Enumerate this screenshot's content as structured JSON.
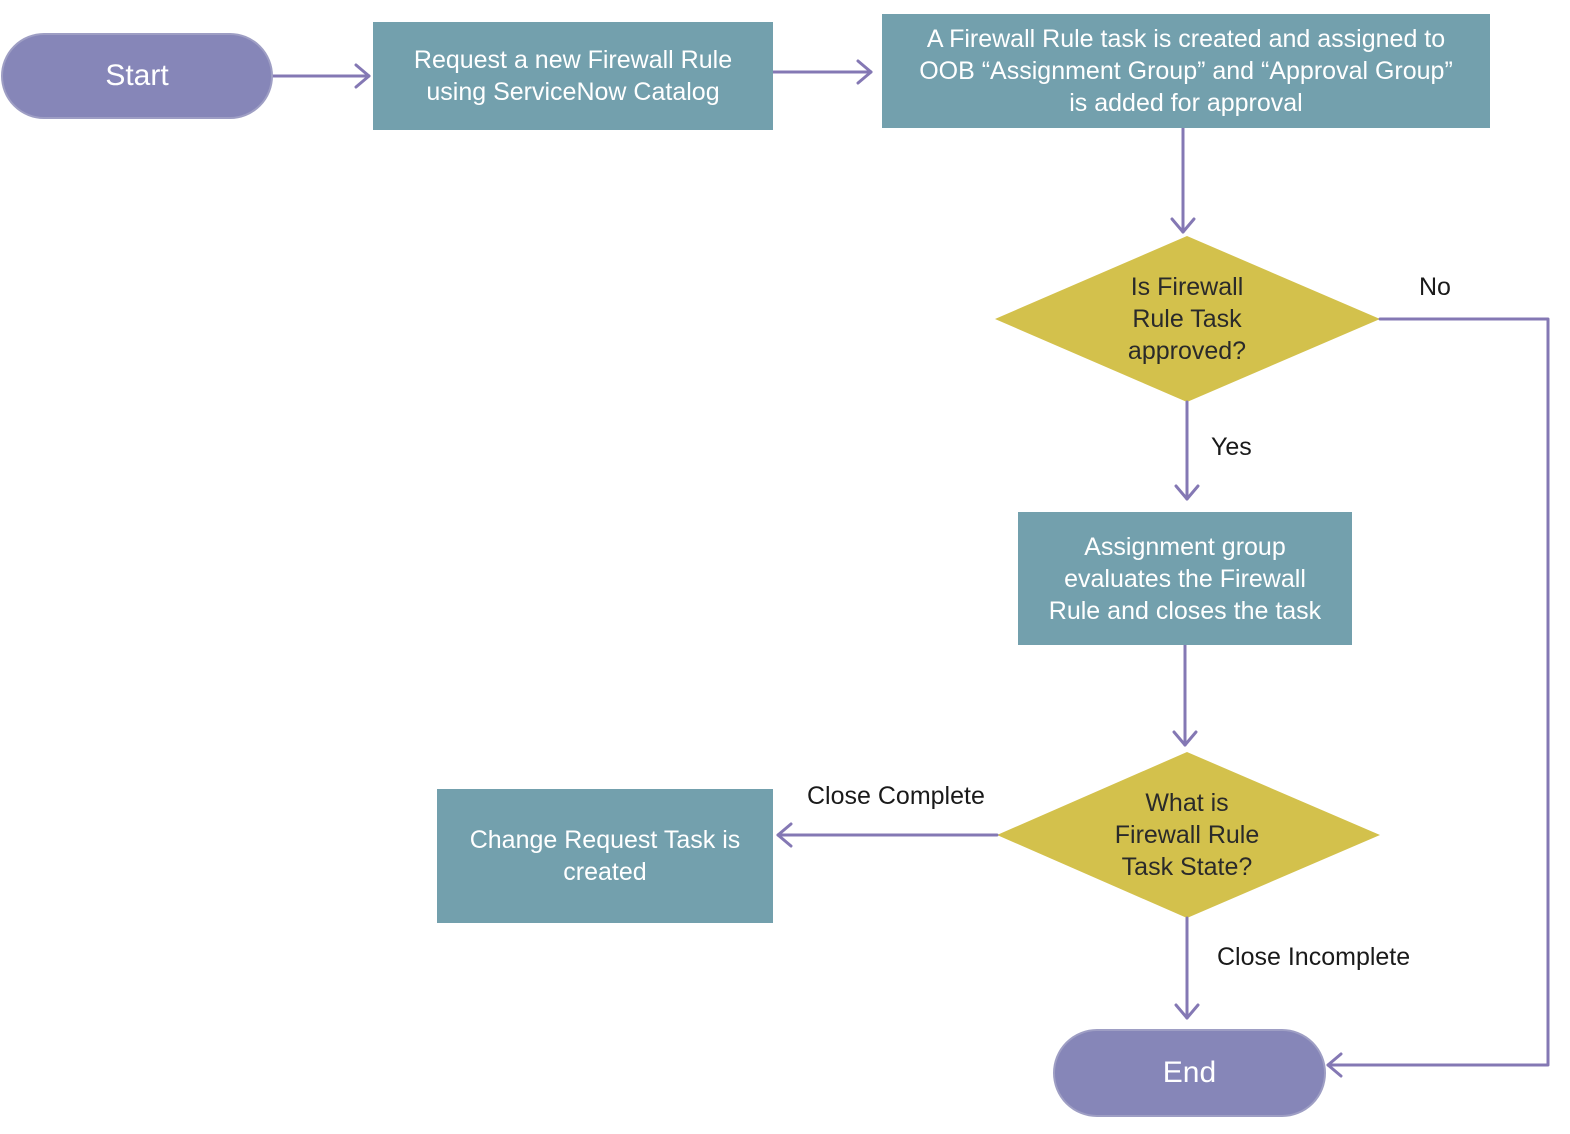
{
  "colors": {
    "terminal_fill": "#8686b8",
    "process_fill": "#73a0ad",
    "decision_fill": "#d3c14c",
    "connector": "#8478b4"
  },
  "nodes": {
    "start": "Start",
    "request": "Request a new Firewall Rule\nusing ServiceNow Catalog",
    "task_created": "A Firewall Rule task is created and assigned to\nOOB “Assignment Group” and “Approval Group”\nis added for approval",
    "approved_question": "Is Firewall\nRule Task\napproved?",
    "evaluate": "Assignment group\nevaluates the Firewall\nRule and closes the task",
    "state_question": "What is\nFirewall Rule\nTask State?",
    "change_request": "Change Request Task is\ncreated",
    "end": "End"
  },
  "edges": {
    "no": "No",
    "yes": "Yes",
    "close_complete": "Close Complete",
    "close_incomplete": "Close Incomplete"
  }
}
